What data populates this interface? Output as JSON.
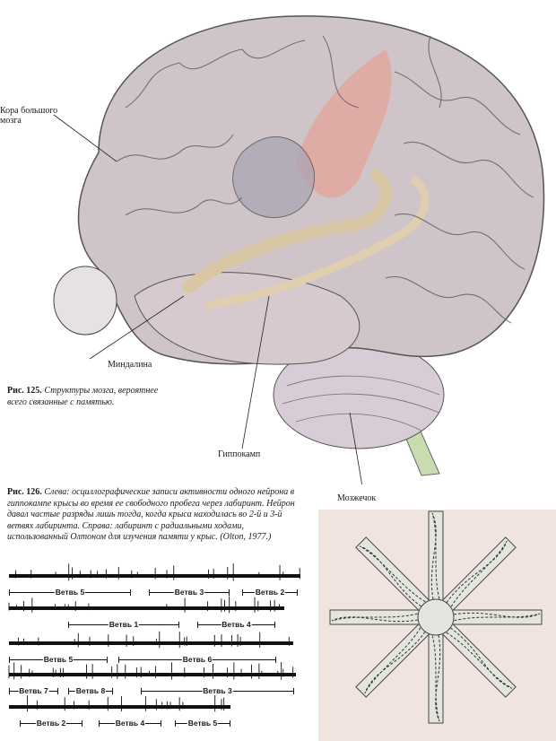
{
  "fig125": {
    "labels": {
      "cortex": "Кора большого мозга",
      "amygdala": "Миндалина",
      "hippocampus": "Гиппокамп",
      "cerebellum": "Мозжечок"
    },
    "caption_num": "Рис. 125.",
    "caption_text": "Структуры мозга, вероятнее всего связанные с памятью."
  },
  "fig126": {
    "caption_num": "Рис. 126.",
    "caption_text": "Слева: осциллографические записи активности одного нейрона в гиппокампе крысы во время ее свободного пробега через лабиринт. Нейрон давал частые разряды лишь тогда, когда крыса находилась во 2-й и 3-й ветвях лабиринта. Справа: лабиринт с радиальными ходами, использованный Олтоном для изучения памяти у крыс. (Olton, 1977.)",
    "traces": [
      {
        "branches": [
          "Ветвь 5",
          "Ветвь 3",
          "Ветвь 2"
        ]
      },
      {
        "branches": [
          "Ветвь 1",
          "Ветвь 4"
        ]
      },
      {
        "branches": [
          "Ветвь 5",
          "Ветвь 6"
        ]
      },
      {
        "branches": [
          "Ветвь 7",
          "Ветвь 8",
          "Ветвь 3"
        ]
      },
      {
        "branches": [
          "Ветвь 2",
          "Ветвь 4",
          "Ветвь 5"
        ]
      }
    ]
  },
  "colors": {
    "brain": "#cfc4c8",
    "frontal": "#e4a49a",
    "hippocampus": "#e0cfae",
    "maze_bg": "#f1e4df"
  }
}
